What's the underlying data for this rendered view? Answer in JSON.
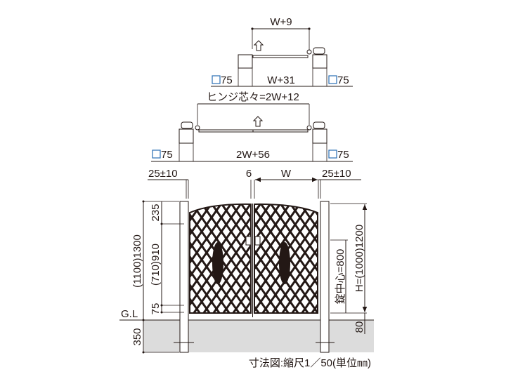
{
  "plan_single": {
    "top_dim": "W+9",
    "bottom_dim": "W+31",
    "left_post": "75",
    "right_post": "75"
  },
  "plan_double": {
    "hinge_dim": "ヒンジ芯々=2W+12",
    "bottom_dim": "2W+56",
    "left_post": "75",
    "right_post": "75"
  },
  "elevation": {
    "left_gap": "25±10",
    "center_gap": "6",
    "width": "W",
    "right_gap": "25±10",
    "post_height": "(1100)1300",
    "top_offset": "235",
    "panel_height": "(710)910",
    "bottom_offset": "75",
    "ground_label": "G.L",
    "embed_depth": "350",
    "lock_center": "錠中心=800",
    "gate_height": "H=(1000)1200",
    "ground_clearance": "80"
  },
  "caption": "寸法図:縮尺1／50(単位㎜)",
  "colors": {
    "line": "#231815",
    "ground": "#dcdcdc",
    "square": "#2a6fb5"
  }
}
